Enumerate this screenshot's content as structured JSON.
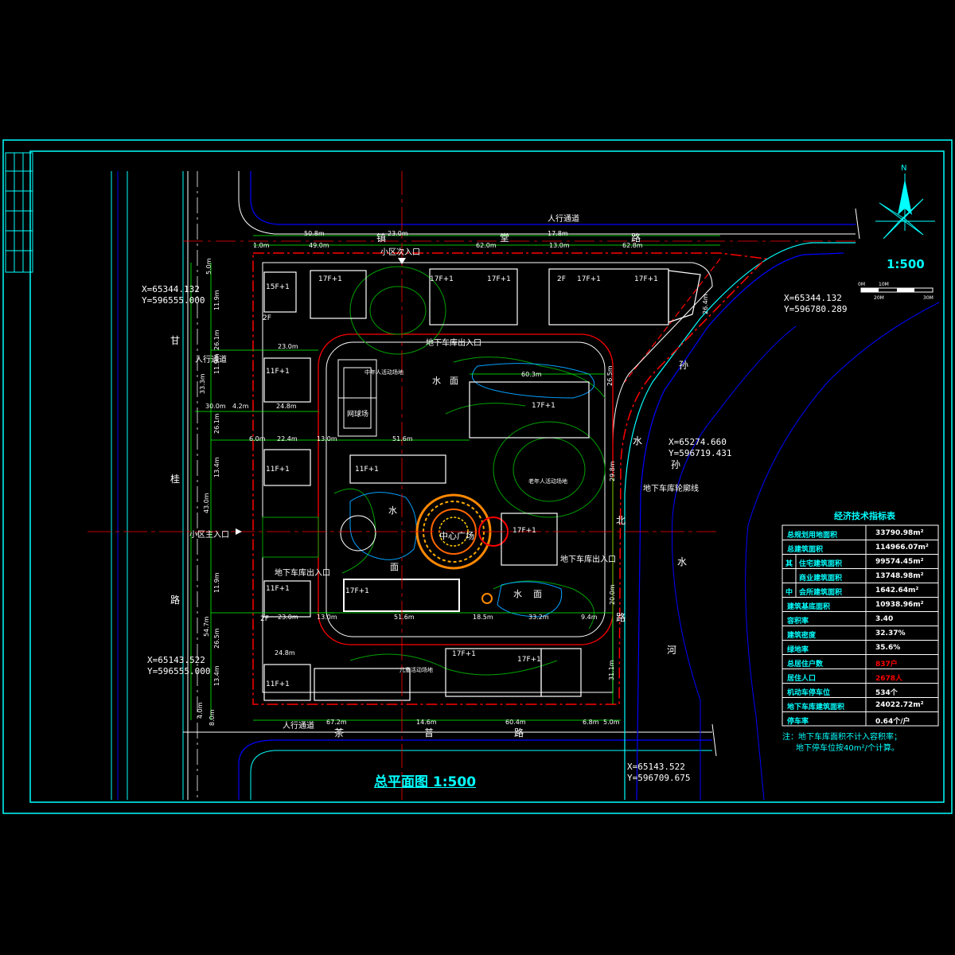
{
  "drawing": {
    "title": "总平面图 1:500",
    "scale_label": "1:500",
    "north_label": "N",
    "scale_bar_ticks": [
      "0M",
      "10M",
      "20M",
      "30M"
    ]
  },
  "roads": {
    "north": [
      "镇",
      "堂",
      "路"
    ],
    "west": [
      "甘",
      "桂",
      "路"
    ],
    "south": [
      "茶",
      "普",
      "路"
    ],
    "east": [
      "北",
      "路"
    ],
    "river_east": [
      "孙",
      "水",
      "孙"
    ],
    "river_label": [
      "水",
      "河"
    ]
  },
  "coordinates": [
    {
      "x": "X=65344.132",
      "y": "Y=596555.000"
    },
    {
      "x": "X=65344.132",
      "y": "Y=596780.289"
    },
    {
      "x": "X=65274.660",
      "y": "Y=596719.431"
    },
    {
      "x": "X=65143.522",
      "y": "Y=596555.000"
    },
    {
      "x": "X=65143.522",
      "y": "Y=596709.675"
    }
  ],
  "labels": {
    "pedestrian_top": "人行通道",
    "pedestrian_west": "人行通道",
    "pedestrian_bottom": "人行通道",
    "secondary_entrance": "小区次入口",
    "main_entrance": "小区主入口",
    "garage_entry_north": "地下车库出入口",
    "garage_entry_west": "地下车库出入口",
    "garage_entry_east": "地下车库出入口",
    "garage_line": "地下车库轮廓线",
    "tennis": "网球场",
    "youth_area": "中年人活动场地",
    "elder_area": "老年人活动场地",
    "kids_area": "儿童活动场地",
    "central_plaza": "中心广场",
    "water1": "水",
    "water2": "面",
    "water3": "水",
    "water4": "面",
    "water5": "水",
    "water6": "面"
  },
  "buildings": [
    "15F+1",
    "17F+1",
    "17F+1",
    "17F+1",
    "2F",
    "17F+1",
    "17F+1",
    "11F+1",
    "17F+1",
    "11F+1",
    "11F+1",
    "17F+1",
    "17F+1",
    "11F+1",
    "17F+1",
    "17F+1",
    "11F+1",
    "2F",
    "2F"
  ],
  "dimensions_top": [
    "50.8m",
    "23.0m",
    "17.8m",
    "1.0m",
    "49.0m",
    "62.0m",
    "13.0m",
    "62.8m"
  ],
  "dimensions_bottom": [
    "67.2m",
    "14.6m",
    "60.4m",
    "6.8m",
    "5.0m"
  ],
  "dimensions_mid": [
    "23.0m",
    "24.8m",
    "30.0m",
    "4.2m",
    "6.0m",
    "22.4m",
    "13.0m",
    "60.3m",
    "51.6m",
    "23.0m",
    "13.0m",
    "51.6m",
    "18.5m",
    "33.2m",
    "9.4m",
    "24.8m"
  ],
  "dimensions_left": [
    "5.0m",
    "11.9m",
    "26.1m",
    "11.9m",
    "33.3m",
    "26.1m",
    "13.4m",
    "43.0m",
    "11.9m",
    "54.7m",
    "26.5m",
    "13.4m",
    "4.0m",
    "8.0m"
  ],
  "dimensions_right": [
    "26.4m",
    "26.5m",
    "29.8m",
    "20.0m",
    "31.1m"
  ],
  "econ_table": {
    "title": "经济技术指标表",
    "rows": [
      {
        "name": "总规划用地面积",
        "value": "33790.98m²",
        "red": false
      },
      {
        "name": "总建筑面积",
        "value": "114966.07m²",
        "red": false
      },
      {
        "name": "住宅建筑面积",
        "value": "99574.45m²",
        "red": false,
        "group": "其"
      },
      {
        "name": "商业建筑面积",
        "value": "13748.98m²",
        "red": false,
        "group": ""
      },
      {
        "name": "会所建筑面积",
        "value": "1642.64m²",
        "red": false,
        "group": "中"
      },
      {
        "name": "建筑基底面积",
        "value": "10938.96m²",
        "red": false
      },
      {
        "name": "容积率",
        "value": "3.40",
        "red": false
      },
      {
        "name": "建筑密度",
        "value": "32.37%",
        "red": false
      },
      {
        "name": "绿地率",
        "value": "35.6%",
        "red": false
      },
      {
        "name": "总居住户数",
        "value": "837户",
        "red": true
      },
      {
        "name": "居住人口",
        "value": "2678人",
        "red": true
      },
      {
        "name": "机动车停车位",
        "value": "534个",
        "red": false
      },
      {
        "name": "地下车库建筑面积",
        "value": "24022.72m²",
        "red": false
      },
      {
        "name": "停车率",
        "value": "0.64个/户",
        "red": false
      }
    ],
    "note1": "注：地下车库面积不计入容积率；",
    "note2": "地下停车位按40m²/个计算。"
  },
  "colors": {
    "frame": "#00ffff",
    "road": "#0000ff",
    "building": "#ffffff",
    "dimension": "#00ff00",
    "redline": "#ff0000",
    "landscape": "#00a000",
    "plaza": "#ff8800"
  }
}
